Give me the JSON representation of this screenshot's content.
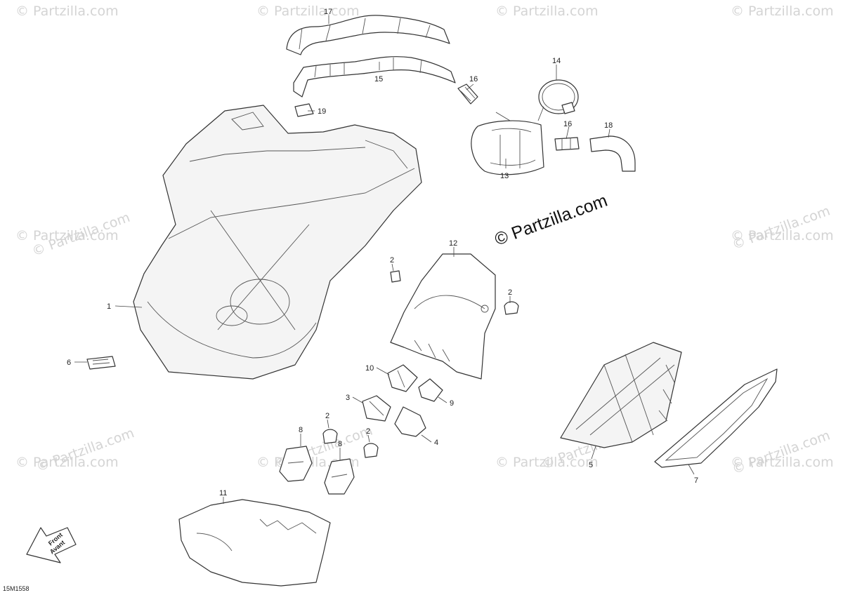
{
  "watermark": {
    "repeat_text": "© Partzilla.com",
    "main_text": "© Partzilla.com"
  },
  "diagram_code": "15M1558",
  "front_arrow": {
    "line1": "Front",
    "line2": "Avant"
  },
  "callouts": {
    "c1": "1",
    "c2a": "2",
    "c2b": "2",
    "c2c": "2",
    "c2d": "2",
    "c3": "3",
    "c4": "4",
    "c5": "5",
    "c6": "6",
    "c7": "7",
    "c8a": "8",
    "c8b": "8",
    "c9": "9",
    "c10": "10",
    "c11": "11",
    "c12": "12",
    "c13": "13",
    "c14": "14",
    "c15": "15",
    "c16a": "16",
    "c16b": "16",
    "c17": "17",
    "c18": "18",
    "c19": "19"
  }
}
